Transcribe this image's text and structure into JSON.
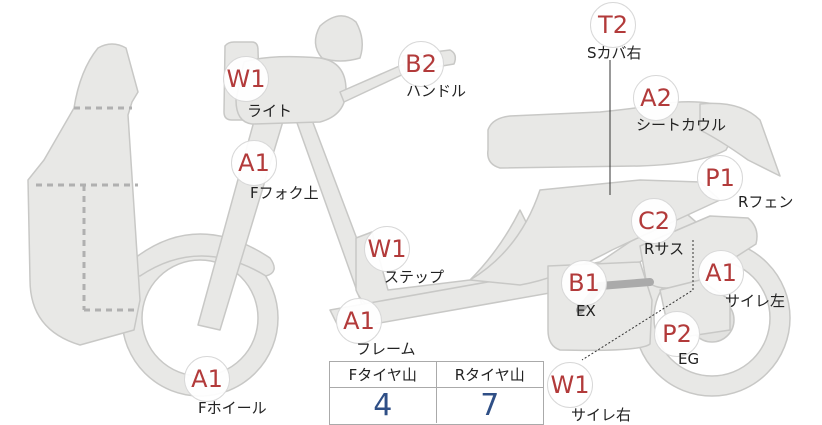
{
  "markers": [
    {
      "id": "light",
      "code": "W1",
      "label": "ライト"
    },
    {
      "id": "handle",
      "code": "B2",
      "label": "ハンドル"
    },
    {
      "id": "s-cover-right",
      "code": "T2",
      "label": "Sカバ右"
    },
    {
      "id": "seat-cowl",
      "code": "A2",
      "label": "シートカウル"
    },
    {
      "id": "front-fork-upper",
      "code": "A1",
      "label": "Fフォク上"
    },
    {
      "id": "rear-fender",
      "code": "P1",
      "label": "Rフェン"
    },
    {
      "id": "rear-suspension",
      "code": "C2",
      "label": "Rサス"
    },
    {
      "id": "step",
      "code": "W1",
      "label": "ステップ"
    },
    {
      "id": "exhaust",
      "code": "B1",
      "label": "EX"
    },
    {
      "id": "muffler-left",
      "code": "A1",
      "label": "サイレ左"
    },
    {
      "id": "frame",
      "code": "A1",
      "label": "フレーム"
    },
    {
      "id": "engine",
      "code": "P2",
      "label": "EG"
    },
    {
      "id": "front-wheel",
      "code": "A1",
      "label": "Fホイール"
    },
    {
      "id": "muffler-right",
      "code": "W1",
      "label": "サイレ右"
    }
  ],
  "tire_table": {
    "headers": [
      "Fタイヤ山",
      "Rタイヤ山"
    ],
    "values": [
      "4",
      "7"
    ]
  },
  "colors": {
    "body_fill": "#e8e8e6",
    "body_stroke": "#c8c8c6",
    "marker_text": "#b23a3a",
    "value_text": "#2f4f86"
  }
}
